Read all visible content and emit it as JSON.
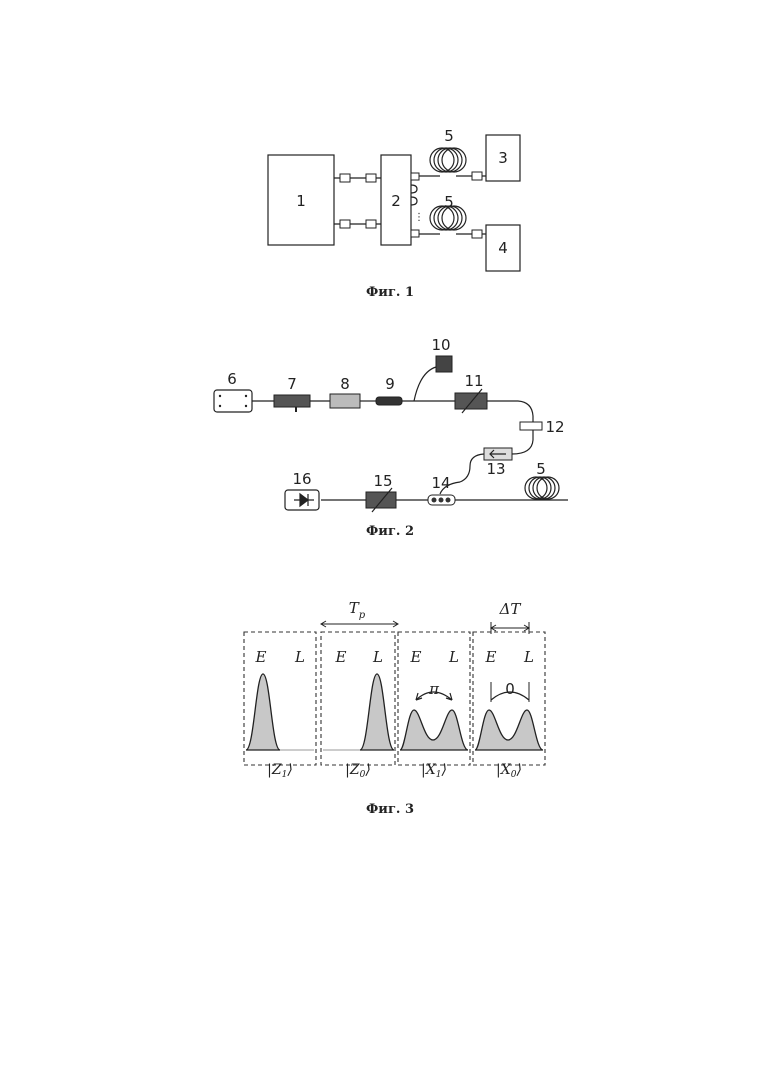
{
  "fig1": {
    "caption": "Фиг. 1",
    "block_1": "1",
    "block_2": "2",
    "block_3": "3",
    "block_4": "4",
    "fiber_top": "5",
    "fiber_bottom": "5"
  },
  "fig2": {
    "caption": "Фиг. 2",
    "labels": [
      "6",
      "7",
      "8",
      "9",
      "10",
      "11",
      "12",
      "13",
      "14",
      "15",
      "16",
      "5"
    ]
  },
  "fig3": {
    "caption": "Фиг. 3",
    "tp_label": "T",
    "tp_sub": "p",
    "dt_label": "ΔT",
    "e_label": "E",
    "l_label": "L",
    "pi_label": "π",
    "zero_label": "0",
    "states": [
      {
        "sym": "Z",
        "sub": "1"
      },
      {
        "sym": "Z",
        "sub": "0"
      },
      {
        "sym": "X",
        "sub": "1"
      },
      {
        "sym": "X",
        "sub": "0"
      }
    ]
  }
}
